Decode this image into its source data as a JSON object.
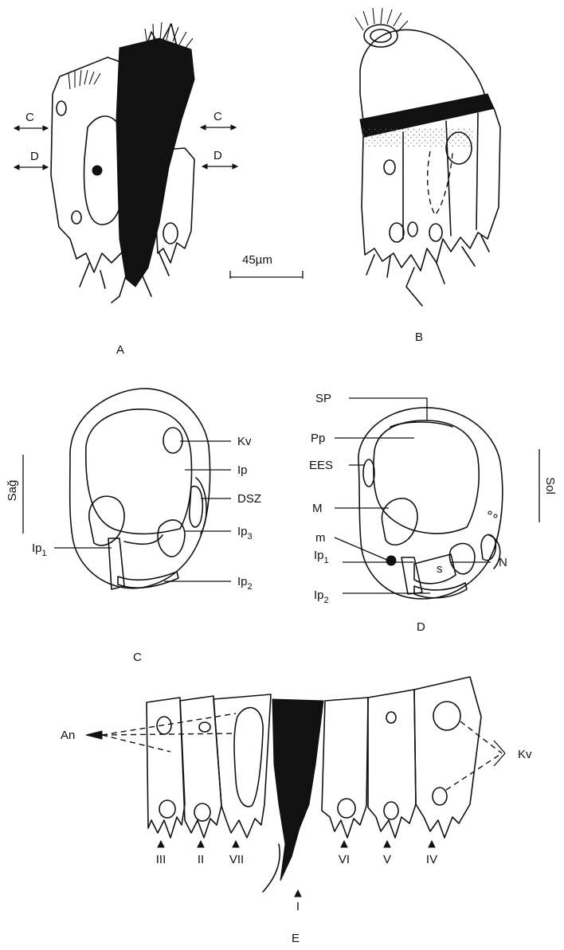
{
  "panels": {
    "A": "A",
    "B": "B",
    "C": "C",
    "D": "D",
    "E": "E"
  },
  "panel_a": {
    "section_c": "C",
    "section_d": "D",
    "scale_bar": "45µm"
  },
  "panel_c": {
    "side": "Sağ",
    "labels": {
      "kv": "Kv",
      "ip": "Ip",
      "dsz": "DSZ",
      "ip3_base": "Ip",
      "ip3_sub": "3",
      "ip1_base": "Ip",
      "ip1_sub": "1",
      "ip2_base": "Ip",
      "ip2_sub": "2"
    }
  },
  "panel_d": {
    "side": "Sol",
    "labels": {
      "sp": "SP",
      "pp": "Pp",
      "ees": "EES",
      "m_upper": "M",
      "m_lower": "m",
      "s": "s",
      "n": "N",
      "ip1_base": "Ip",
      "ip1_sub": "1",
      "ip2_base": "Ip",
      "ip2_sub": "2"
    }
  },
  "panel_e": {
    "an": "An",
    "kv": "Kv",
    "plates": [
      "III",
      "II",
      "VII",
      "I",
      "VI",
      "V",
      "IV"
    ]
  },
  "colors": {
    "ink": "#111111",
    "background": "#ffffff",
    "stipple": "#6a6a6a"
  }
}
